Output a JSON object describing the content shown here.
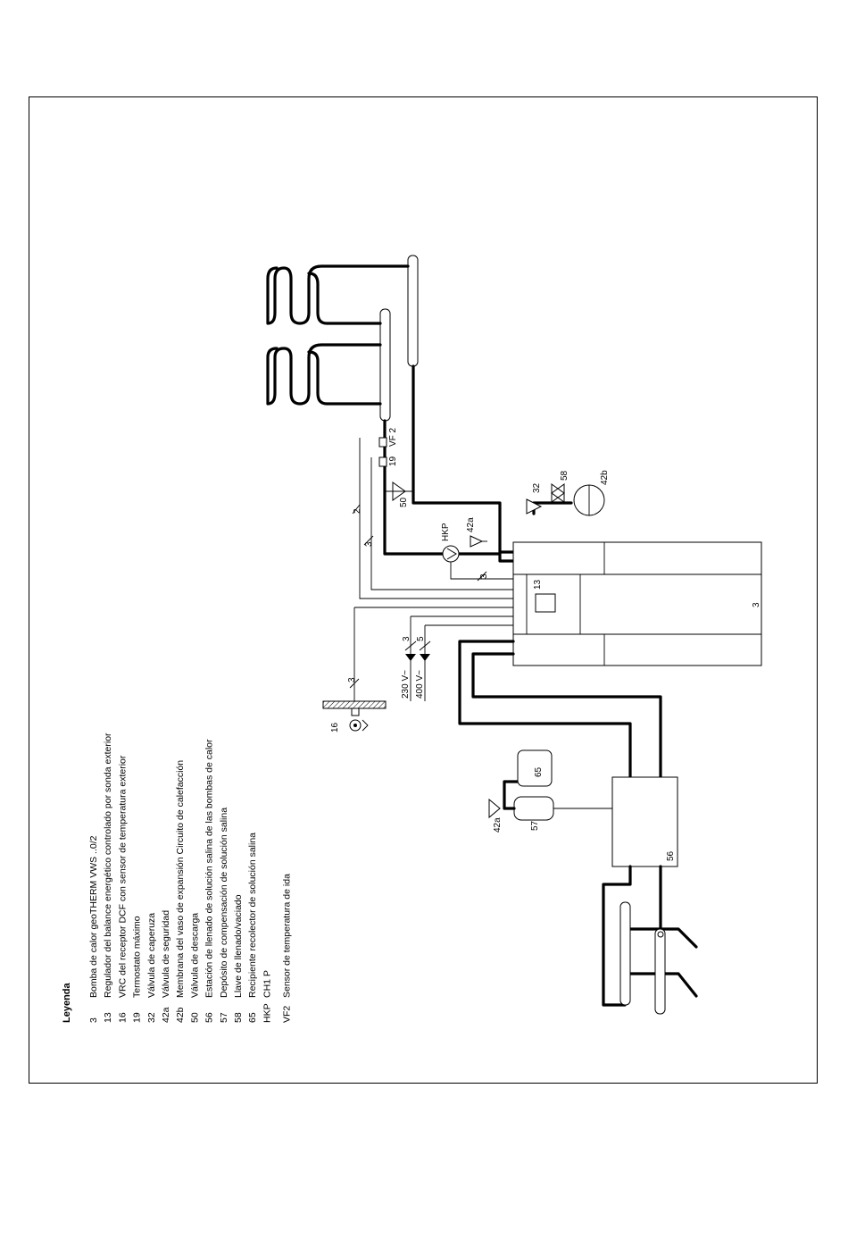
{
  "legend": {
    "title": "Leyenda",
    "items": [
      {
        "code": "3",
        "text": "Bomba de calor geoTHERM VWS ..0/2"
      },
      {
        "code": "13",
        "text": "Regulador del balance energético controlado por sonda exterior"
      },
      {
        "code": "16",
        "text": "VRC del receptor DCF con sensor de temperatura exterior"
      },
      {
        "code": "19",
        "text": "Termostato máximo"
      },
      {
        "code": "32",
        "text": "Válvula de caperuza"
      },
      {
        "code": "42a",
        "text": "Válvula de seguridad"
      },
      {
        "code": "42b",
        "text": "Membrana del vaso de expansión Circuito de calefacción"
      },
      {
        "code": "50",
        "text": "Válvula de descarga"
      },
      {
        "code": "56",
        "text": "Estación de llenado de solución salina de las bombas de calor"
      },
      {
        "code": "57",
        "text": "Depósito de compensación de solución salina"
      },
      {
        "code": "58",
        "text": "Llave de llenado/vaciado"
      },
      {
        "code": "65",
        "text": "Recipiente recolector de solución salina"
      },
      {
        "code": "HKP",
        "text": "CH1 P"
      },
      {
        "code": "VF2",
        "text": "Sensor de temperatura de ida"
      }
    ]
  },
  "diagram": {
    "labels": {
      "vf2": "VF 2",
      "t19": "19",
      "v50": "50",
      "hkp": "HKP",
      "v42a_top": "42a",
      "v32": "32",
      "v58": "58",
      "v42b": "42b",
      "reg13": "13",
      "hp3": "3",
      "cable_2": "2",
      "cable_3a": "3",
      "cable_3b": "3",
      "cable_3c": "3",
      "cable_5": "5",
      "cable_3d": "3",
      "v230": "230 V~",
      "v400": "400 V~",
      "s16": "16",
      "c65": "65",
      "v42a_bottom": "42a",
      "t57": "57",
      "st56": "56"
    }
  }
}
